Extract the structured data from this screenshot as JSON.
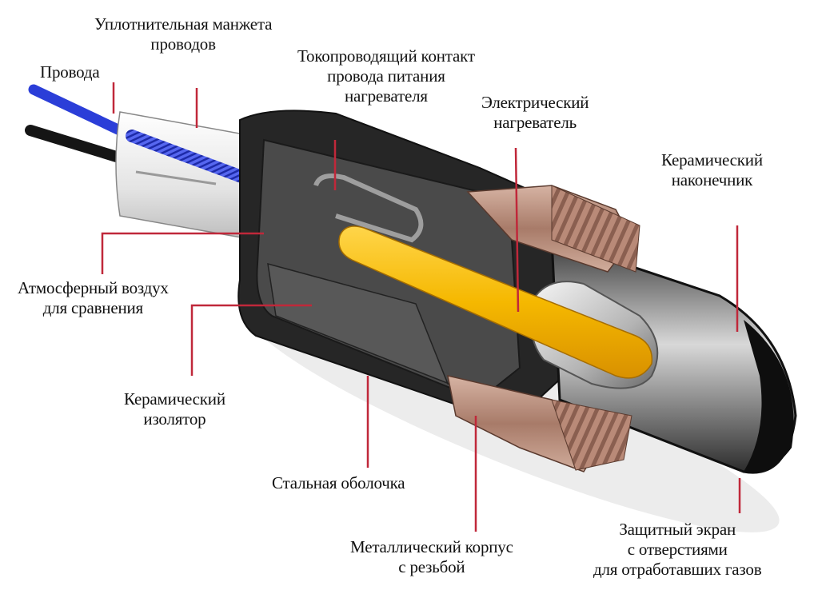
{
  "labels": {
    "wires": "Провода",
    "seal": [
      "Уплотнительная манжета",
      "проводов"
    ],
    "contact": [
      "Токопроводящий контакт",
      "провода питания",
      "нагревателя"
    ],
    "heater": [
      "Электрический",
      "нагреватель"
    ],
    "ceramic_tip": [
      "Керамический",
      "наконечник"
    ],
    "reference_air": [
      "Атмосферный воздух",
      "для сравнения"
    ],
    "insulator": [
      "Керамический",
      "изолятор"
    ],
    "steel_shell": "Стальная оболочка",
    "threaded_body": [
      "Металлический корпус",
      "с резьбой"
    ],
    "shield": [
      "Защитный экран",
      "с отверстиями",
      "для отработавших газов"
    ]
  },
  "colors": {
    "leader_line": "#c0283a",
    "wire_blue": "#2b3ed8",
    "wire_black": "#151515",
    "heater_yellow": "#f5b800",
    "housing_dark": "#2a2a2a",
    "thread_copper": "#b98a78",
    "ceramic_white": "#e8e8e8"
  }
}
